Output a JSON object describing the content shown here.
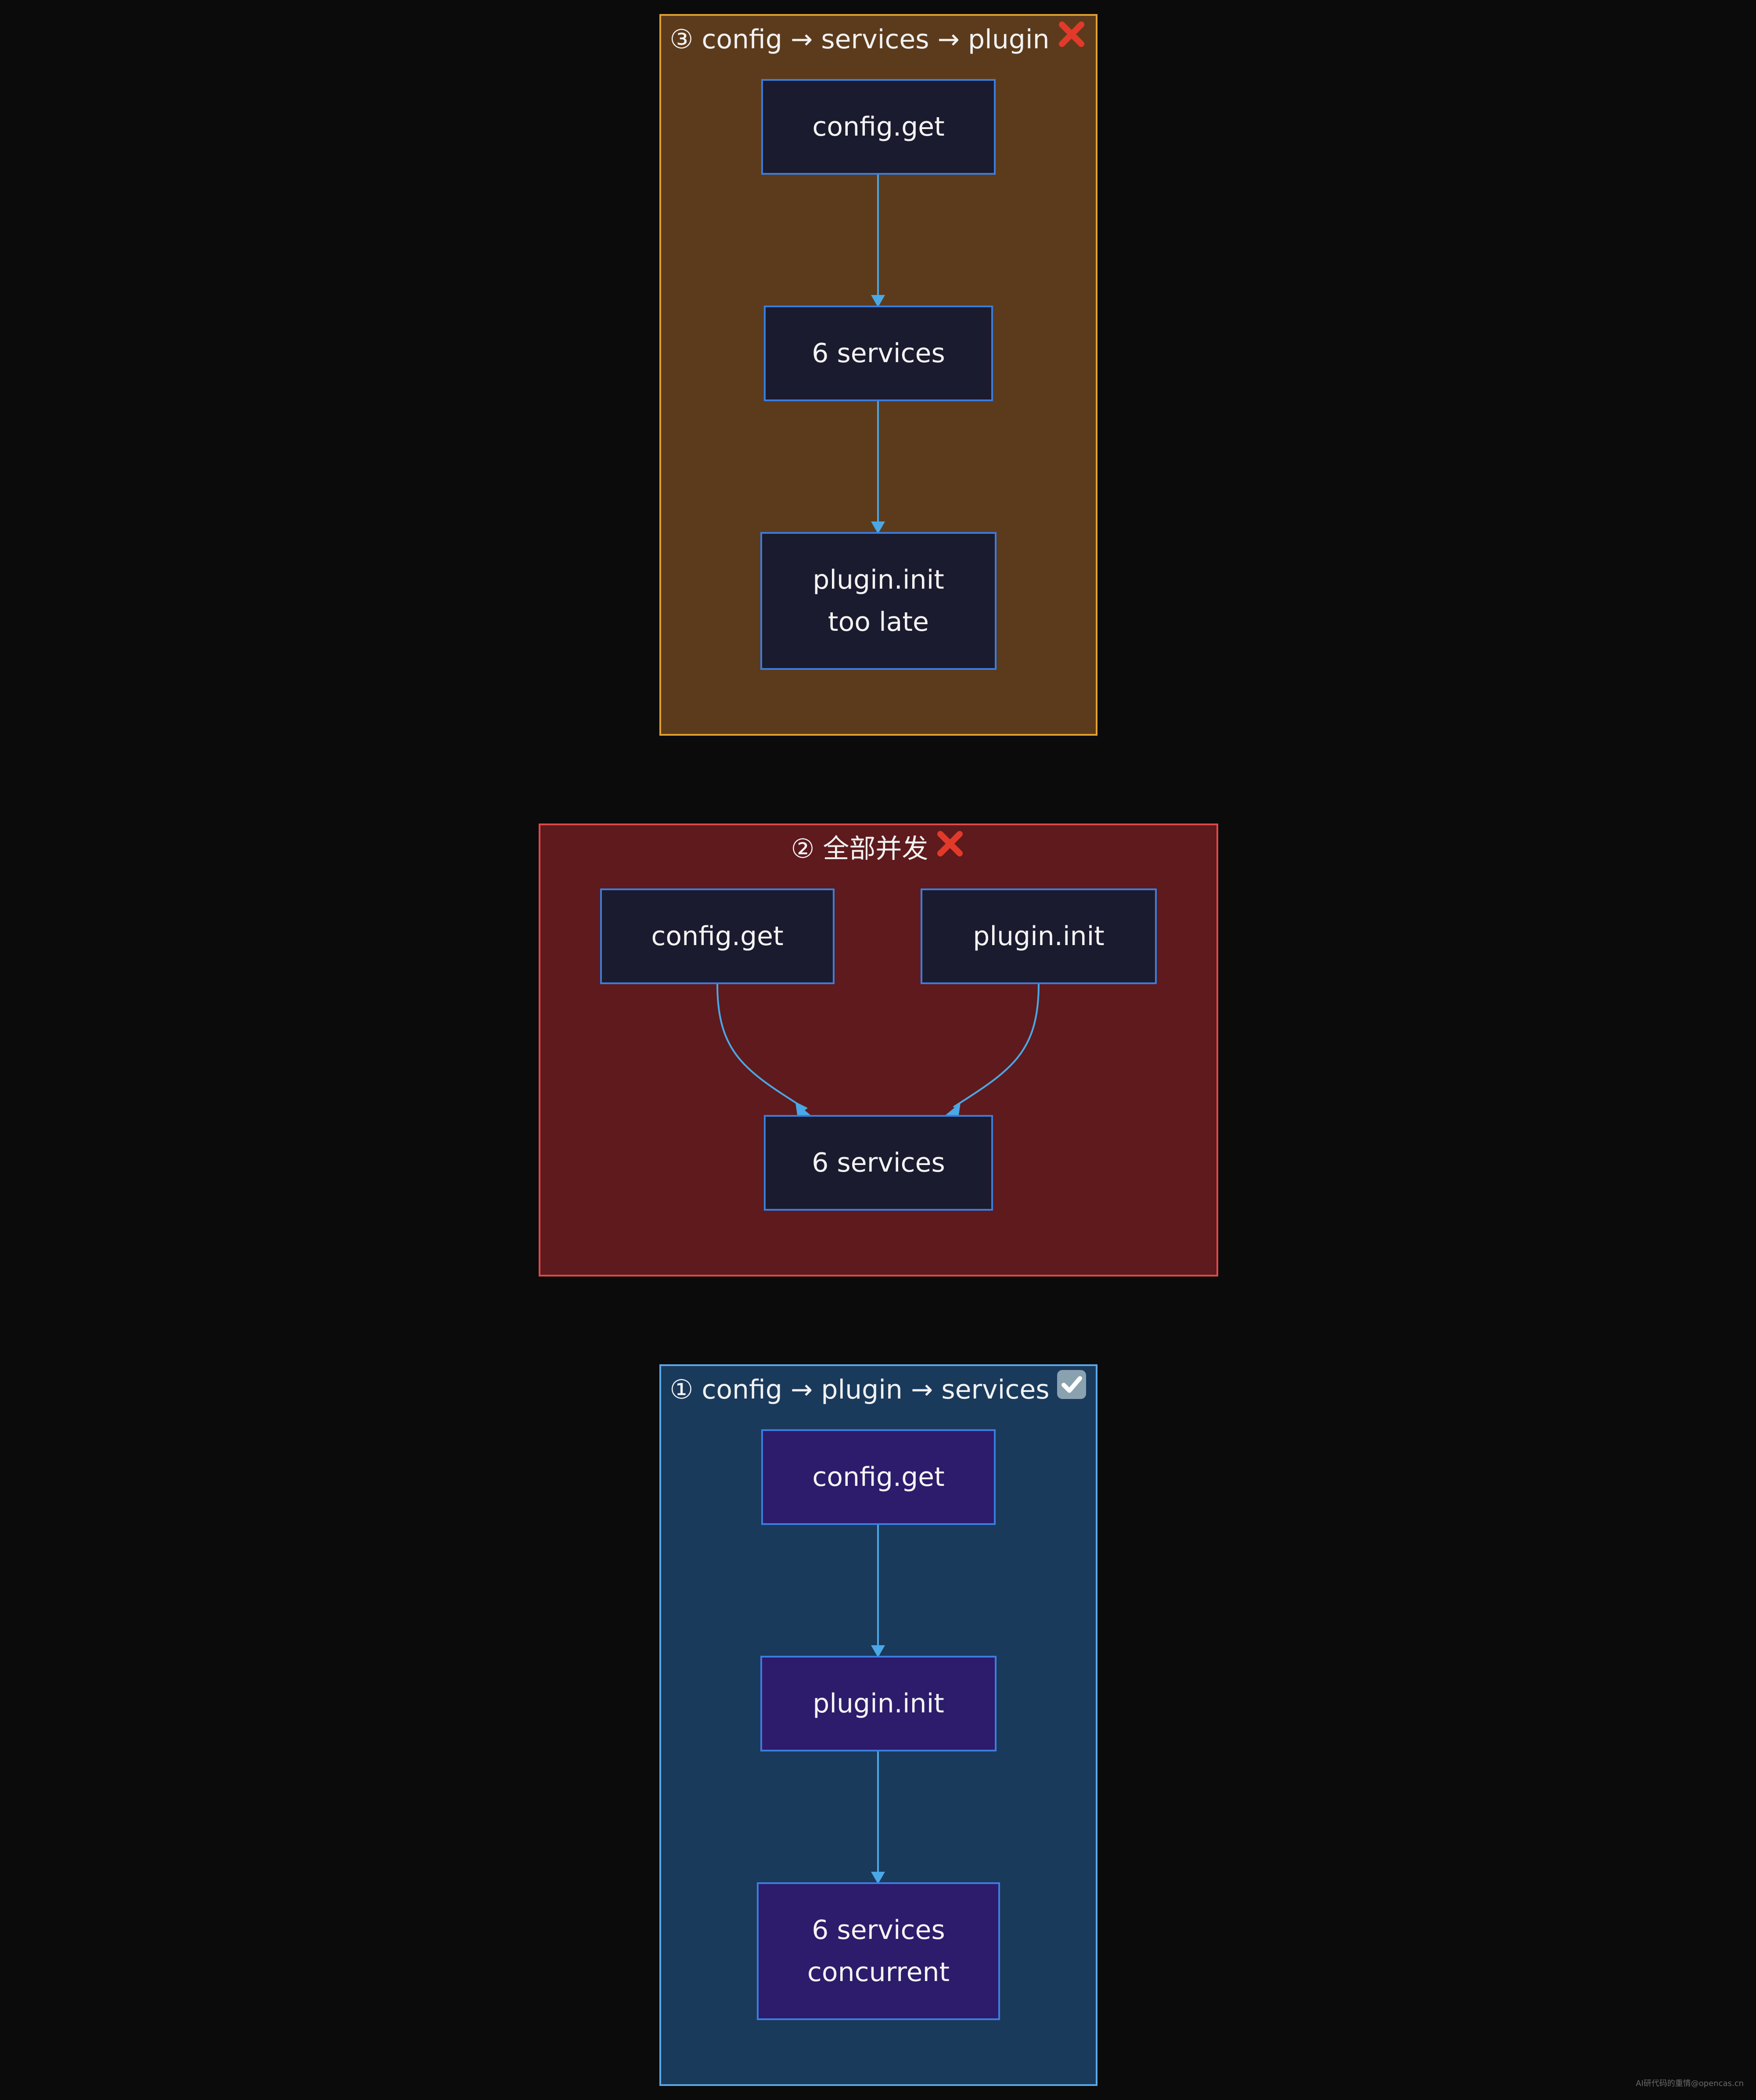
{
  "colors": {
    "background": "#0b0b0b",
    "edge": "#4aa8e6",
    "node_border": "#3b7ddd",
    "node_fill_dark": "#1b1b2f",
    "node_fill_purple": "#2d1b6b",
    "sg3_fill": "#5c3b1c",
    "sg3_border": "#e0a030",
    "sg2_fill": "#5e1a1d",
    "sg2_border": "#e04848",
    "sg1_fill": "#1a3a5c",
    "sg1_border": "#5aa8e8",
    "cross": "#e23a2a",
    "check_bg": "#8aa2b0"
  },
  "subgraphs": {
    "sg3": {
      "title": "③ config → services → plugin",
      "status_icon": "cross-mark-icon",
      "nodes": {
        "config_get": {
          "label": "config.get"
        },
        "services": {
          "label": "6 services"
        },
        "plugin_init": {
          "line1": "plugin.init",
          "line2": "too late"
        }
      }
    },
    "sg2": {
      "title": "② 全部并发",
      "status_icon": "cross-mark-icon",
      "nodes": {
        "config_get": {
          "label": "config.get"
        },
        "plugin_init": {
          "label": "plugin.init"
        },
        "services": {
          "label": "6 services"
        }
      }
    },
    "sg1": {
      "title": "① config → plugin → services",
      "status_icon": "check-mark-icon",
      "nodes": {
        "config_get": {
          "label": "config.get"
        },
        "plugin_init": {
          "label": "plugin.init"
        },
        "services": {
          "line1": "6 services",
          "line2": "concurrent"
        }
      }
    }
  },
  "edges": [
    {
      "from": "sg3.config_get",
      "to": "sg3.services"
    },
    {
      "from": "sg3.services",
      "to": "sg3.plugin_init"
    },
    {
      "from": "sg2.config_get",
      "to": "sg2.services"
    },
    {
      "from": "sg2.plugin_init",
      "to": "sg2.services"
    },
    {
      "from": "sg1.config_get",
      "to": "sg1.plugin_init"
    },
    {
      "from": "sg1.plugin_init",
      "to": "sg1.services"
    }
  ],
  "footer": "AI研代码的重情@opencas.cn"
}
